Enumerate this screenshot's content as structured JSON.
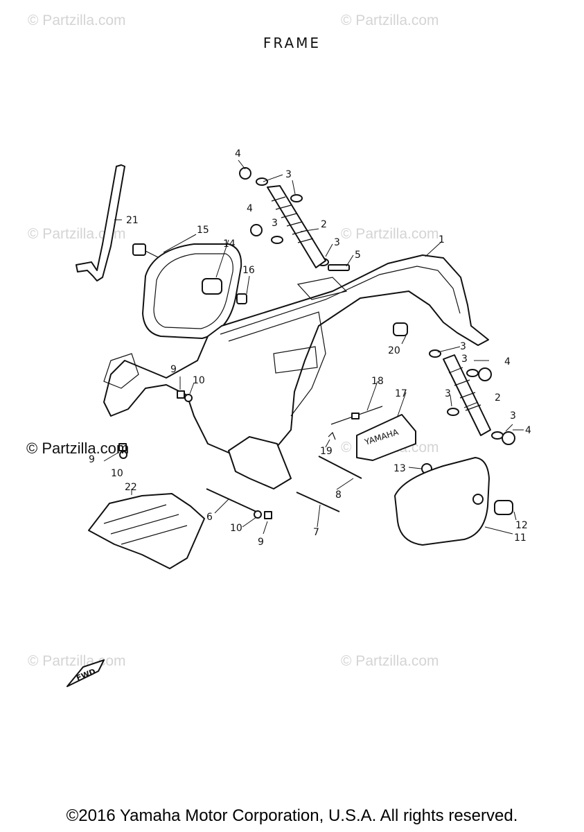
{
  "title": "FRAME",
  "watermark": "© Partzilla.com",
  "brand_label": "© Partzilla.com",
  "copyright": "©2016 Yamaha Motor Corporation, U.S.A. All rights reserved.",
  "fwd_label": "FWD",
  "yamaha_label": "YAMAHA",
  "callouts": [
    "1",
    "2",
    "2",
    "3",
    "3",
    "3",
    "3",
    "3",
    "3",
    "3",
    "4",
    "4",
    "4",
    "4",
    "5",
    "6",
    "7",
    "8",
    "9",
    "9",
    "9",
    "10",
    "10",
    "10",
    "11",
    "12",
    "13",
    "14",
    "15",
    "16",
    "17",
    "18",
    "19",
    "20",
    "21",
    "22"
  ]
}
